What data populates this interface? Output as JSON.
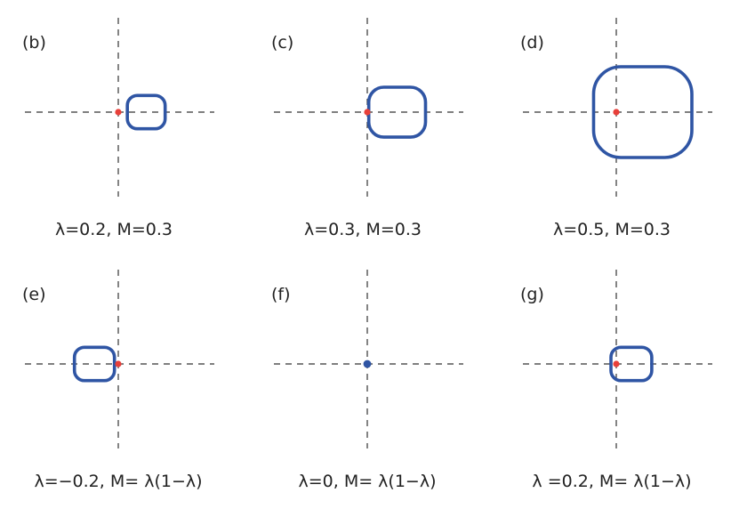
{
  "colors": {
    "curve": "#2f55a4",
    "origin_point": "#e8403a",
    "axis": "#333333",
    "text": "#222222"
  },
  "panels": [
    {
      "label": "(b)",
      "caption": "λ=0.2, M=0.3",
      "curve": {
        "x0": 0.12,
        "x1": 0.62,
        "y0": -0.22,
        "y1": 0.22
      },
      "origin_color": "origin_point"
    },
    {
      "label": "(c)",
      "caption": "λ=0.3, M=0.3",
      "curve": {
        "x0": 0.02,
        "x1": 0.77,
        "y0": -0.33,
        "y1": 0.33
      },
      "origin_color": "origin_point"
    },
    {
      "label": "(d)",
      "caption": "λ=0.5, M=0.3",
      "curve": {
        "x0": -0.3,
        "x1": 1.0,
        "y0": -0.6,
        "y1": 0.6
      },
      "origin_color": "origin_point"
    },
    {
      "label": "(e)",
      "caption": "λ=−0.2, M= λ(1−λ)",
      "curve": {
        "x0": -0.58,
        "x1": -0.05,
        "y0": -0.22,
        "y1": 0.22
      },
      "origin_color": "origin_point"
    },
    {
      "label": "(f)",
      "caption": "λ=0, M= λ(1−λ)",
      "curve": null,
      "origin_color": "curve"
    },
    {
      "label": "(g)",
      "caption": "λ =0.2, M= λ(1−λ)",
      "curve": {
        "x0": -0.07,
        "x1": 0.47,
        "y0": -0.22,
        "y1": 0.22
      },
      "origin_color": "origin_point"
    }
  ]
}
